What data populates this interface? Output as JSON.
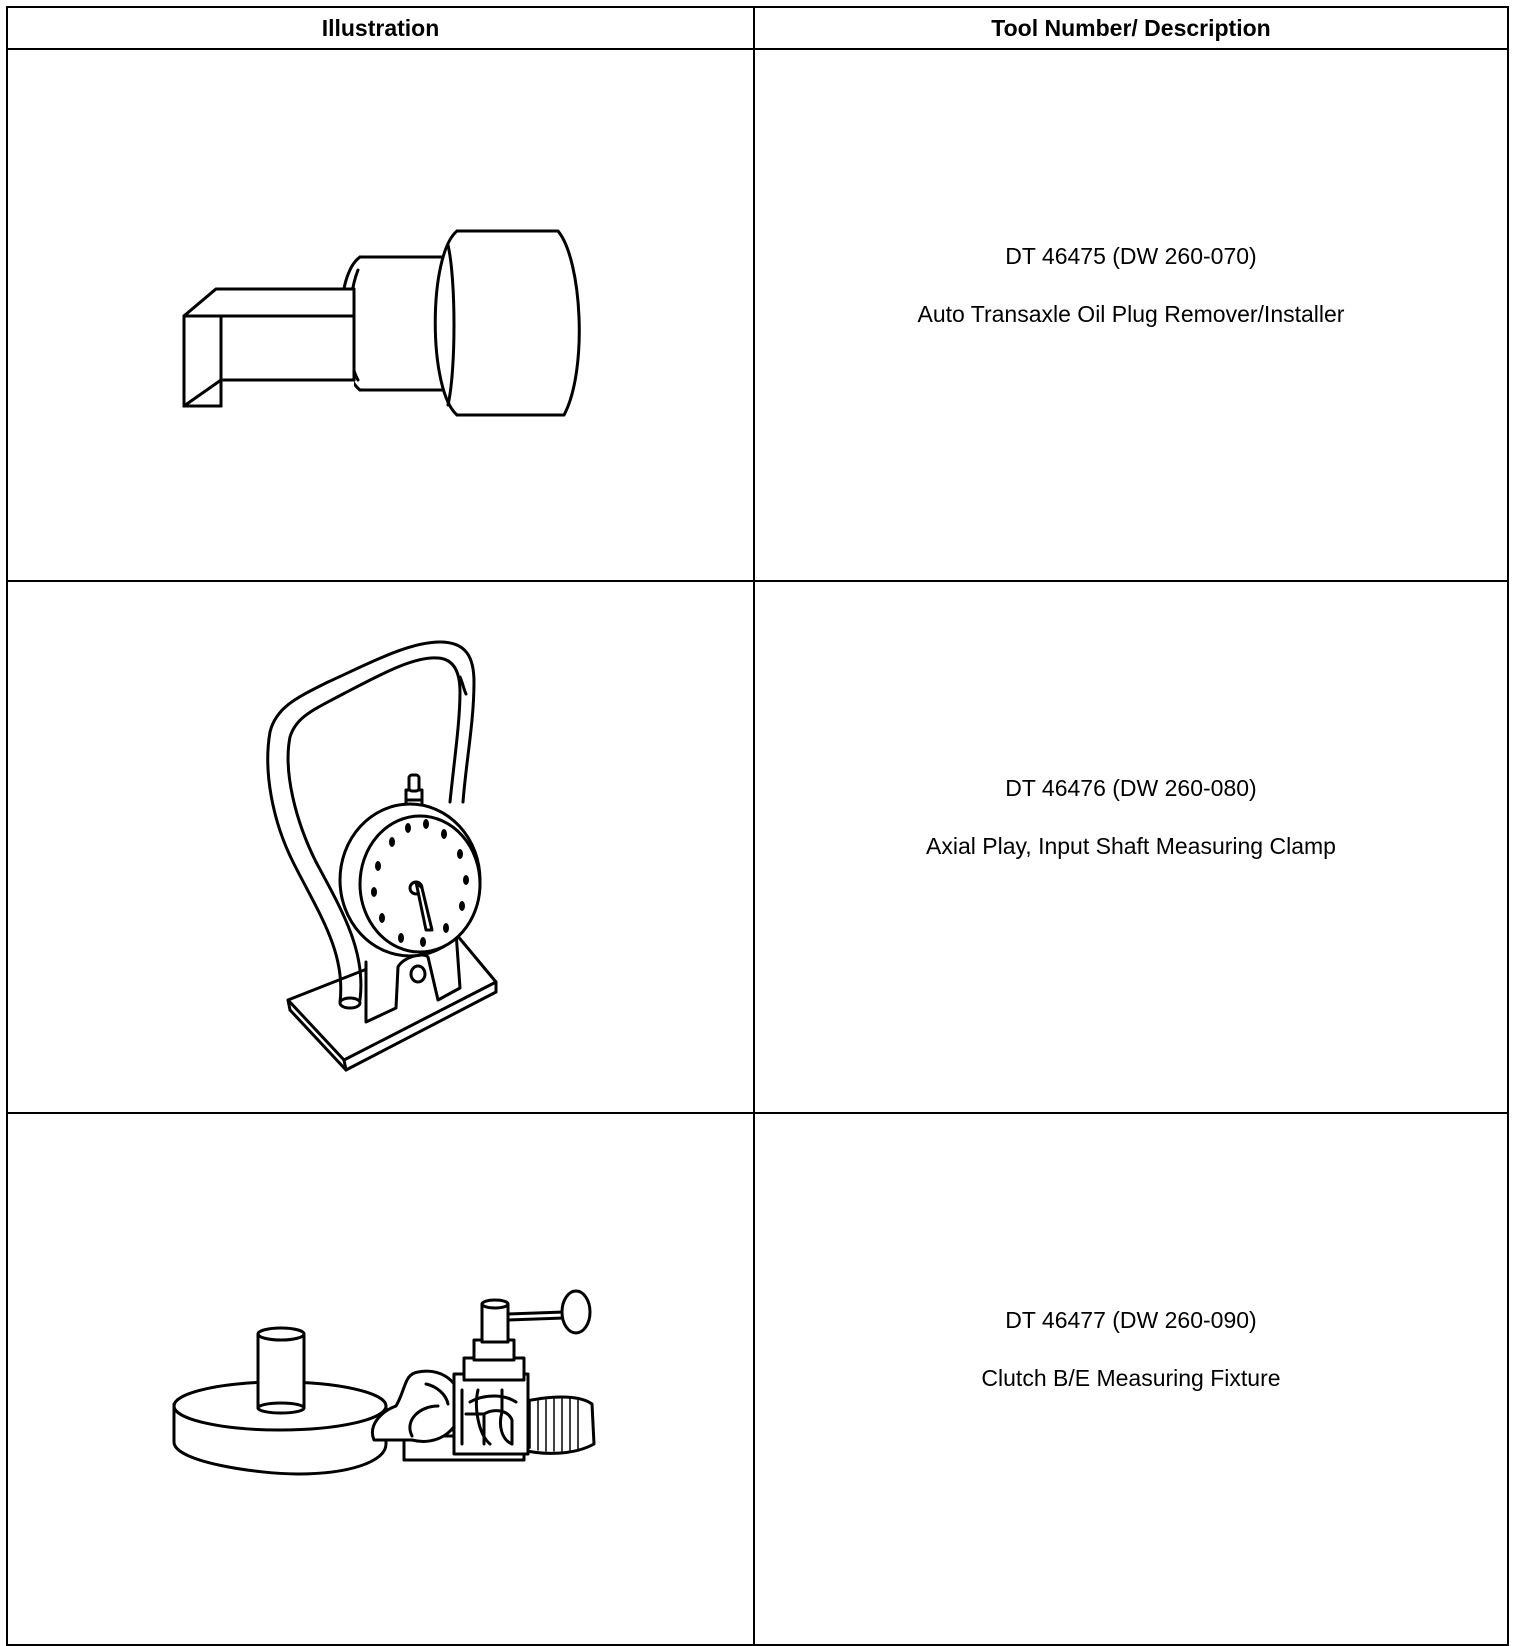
{
  "table": {
    "headers": {
      "illustration": "Illustration",
      "description": "Tool Number/ Description"
    },
    "rows": [
      {
        "tool_number": "DT 46475 (DW 260-070)",
        "description": "Auto Transaxle Oil Plug Remover/Installer",
        "illustration": "oil-plug-remover-drawing"
      },
      {
        "tool_number": "DT 46476 (DW 260-080)",
        "description": "Axial Play, Input Shaft Measuring Clamp",
        "illustration": "measuring-clamp-dial-gauge-drawing"
      },
      {
        "tool_number": "DT 46477 (DW 260-090)",
        "description": "Clutch B/E Measuring Fixture",
        "illustration": "clutch-measuring-fixture-drawing"
      }
    ]
  }
}
